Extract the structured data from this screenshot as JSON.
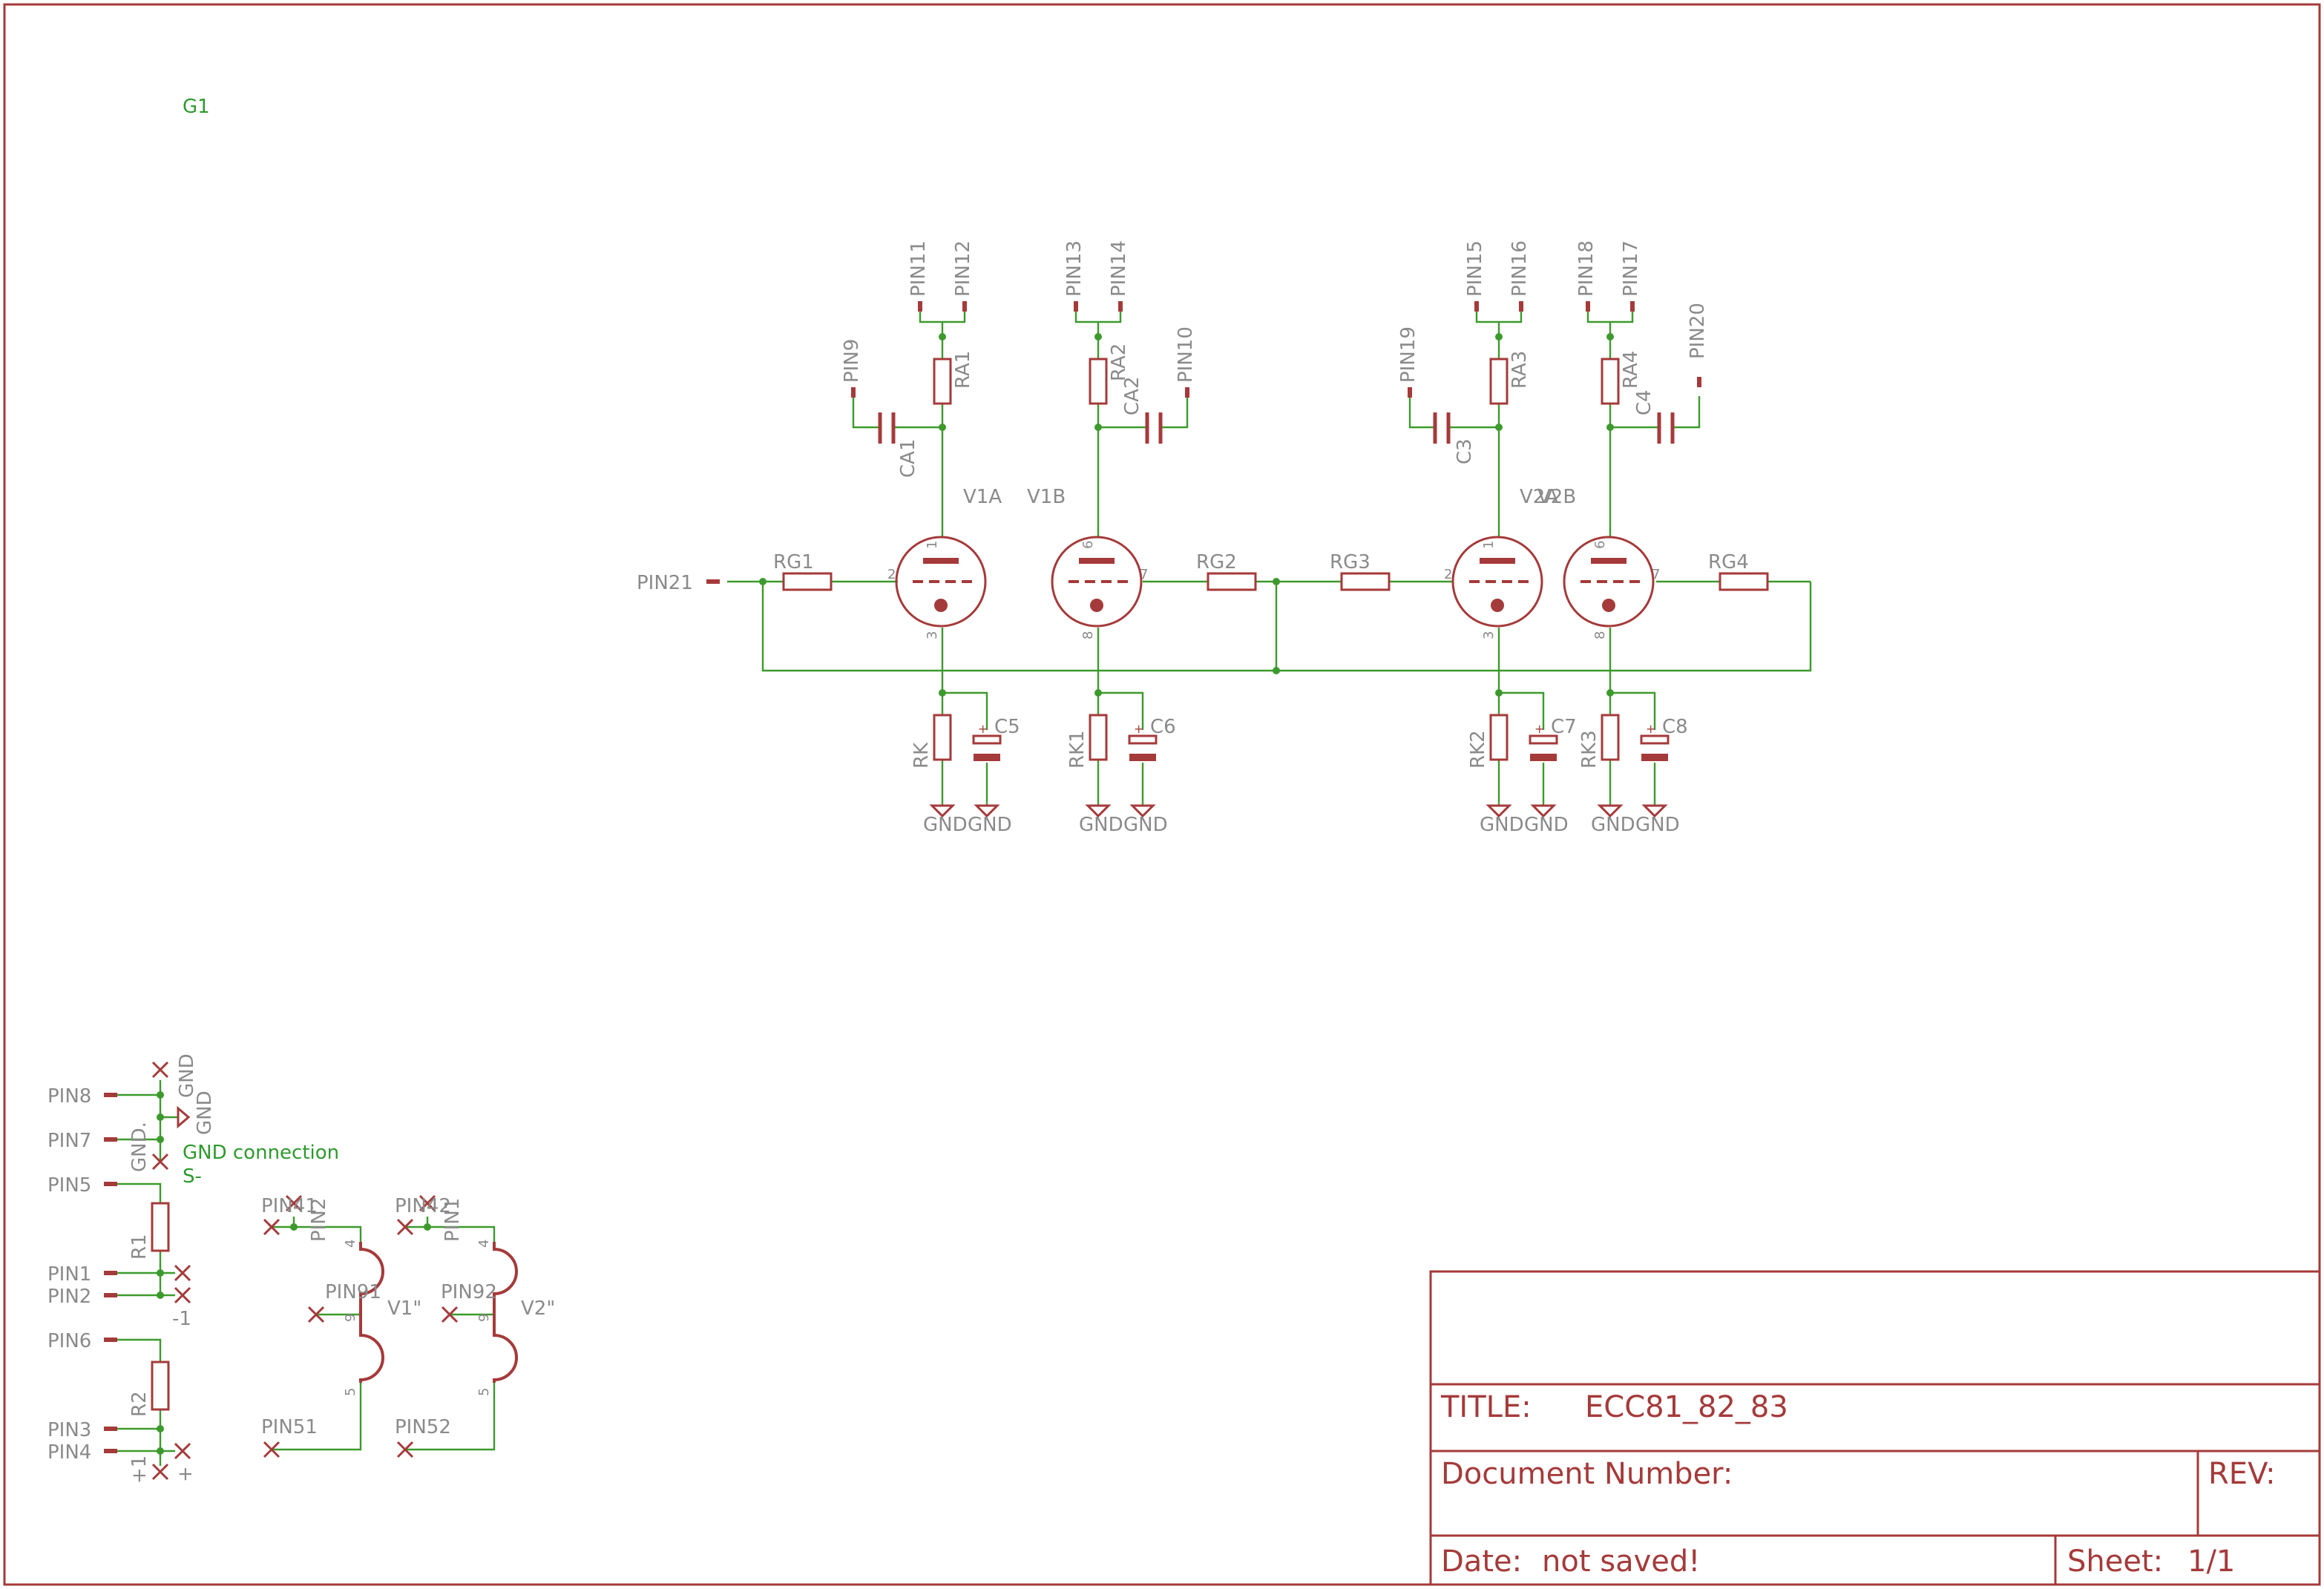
{
  "title_block": {
    "title_label": "TITLE:",
    "title_value": "ECC81_82_83",
    "doc_label": "Document Number:",
    "rev_label": "REV:",
    "date_label": "Date:",
    "date_value": "not saved!",
    "sheet_label": "Sheet:",
    "sheet_value": "1/1"
  },
  "frame_label": "G1",
  "tubes": [
    {
      "name": "V1A",
      "pins": [
        "1",
        "2",
        "3"
      ]
    },
    {
      "name": "V1B",
      "pins": [
        "6",
        "7",
        "8"
      ]
    },
    {
      "name": "V2A",
      "pins": [
        "1",
        "2",
        "3"
      ]
    },
    {
      "name": "V2B",
      "pins": [
        "6",
        "7",
        "8"
      ]
    }
  ],
  "anode_resistors": [
    "RA1",
    "RA2",
    "RA3",
    "RA4"
  ],
  "coupling_caps": [
    "CA1",
    "CA2",
    "C3",
    "C4"
  ],
  "grid_resistors": [
    "RG1",
    "RG2",
    "RG3",
    "RG4"
  ],
  "cathode_resistors": [
    "RK",
    "RK1",
    "RK2",
    "RK3"
  ],
  "cathode_caps": [
    "C5",
    "C6",
    "C7",
    "C8"
  ],
  "ground_label": "GND",
  "top_pins": [
    "PIN11",
    "PIN12",
    "PIN13",
    "PIN14",
    "PIN15",
    "PIN16",
    "PIN18",
    "PIN17"
  ],
  "side_pins": [
    "PIN9",
    "PIN10",
    "PIN19",
    "PIN20"
  ],
  "input_pin": "PIN21",
  "bottom_left": {
    "pins": [
      "PIN8",
      "PIN7",
      "PIN5",
      "PIN1",
      "PIN2",
      "PIN6",
      "PIN3",
      "PIN4"
    ],
    "gnd_a": "GND",
    "gnd_b": "GND",
    "gnd_dot": "GND.",
    "gnd_connection": "GND connection",
    "s_minus": "S-",
    "r1": "R1",
    "r2": "R2",
    "minus1": "-1",
    "plus1": "+1",
    "plus": "+"
  },
  "heaters": [
    {
      "name": "V1\"",
      "pins": [
        "PIN41",
        "PIN2",
        "PIN91",
        "PIN51"
      ],
      "pin_numbers": [
        "4",
        "9",
        "5"
      ]
    },
    {
      "name": "V2\"",
      "pins": [
        "PIN42",
        "PIN1",
        "PIN92",
        "PIN52"
      ],
      "pin_numbers": [
        "4",
        "9",
        "5"
      ]
    }
  ]
}
